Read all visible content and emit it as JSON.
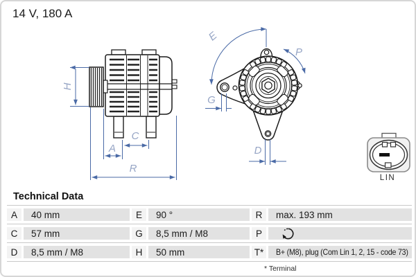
{
  "title": "14 V, 180 A",
  "diagram": {
    "side_view": {
      "labels": {
        "h": "H",
        "a": "A",
        "c": "C",
        "r": "R"
      }
    },
    "front_view": {
      "labels": {
        "e": "E",
        "g": "G",
        "p": "P",
        "d": "D"
      }
    },
    "connector": {
      "label": "LIN"
    },
    "colors": {
      "dimension_line": "#4a6aa6",
      "dimension_label": "#96a5c5",
      "drawing_line": "#1c1c1c"
    }
  },
  "table": {
    "heading": "Technical Data",
    "rows": [
      [
        {
          "label": "A",
          "value": "40 mm"
        },
        {
          "label": "E",
          "value": "90 °"
        },
        {
          "label": "R",
          "value": "max. 193 mm"
        }
      ],
      [
        {
          "label": "C",
          "value": "57 mm"
        },
        {
          "label": "G",
          "value": "8,5 mm / M8"
        },
        {
          "label": "P",
          "value": "",
          "icon": "rotation-direction-icon"
        }
      ],
      [
        {
          "label": "D",
          "value": "8,5 mm / M8"
        },
        {
          "label": "H",
          "value": "50 mm"
        },
        {
          "label": "T*",
          "value": "B+ (M8), plug (Com Lin 1, 2, 15 - code 73)"
        }
      ]
    ],
    "footnote": "* Terminal"
  }
}
